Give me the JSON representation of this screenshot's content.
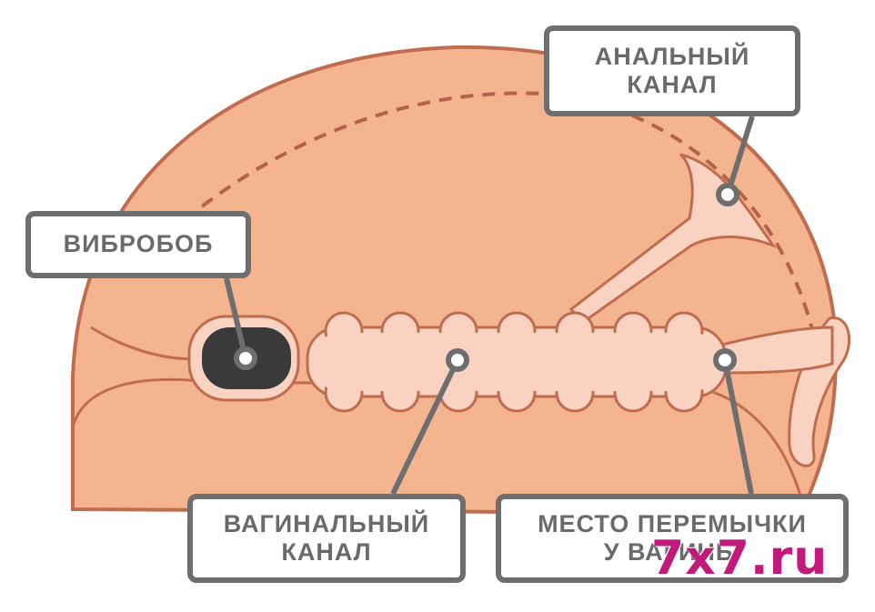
{
  "labels": {
    "anal_canal": [
      "АНАЛЬНЫЙ",
      "КАНАЛ"
    ],
    "vibro_bullet": "ВИБРОБОБ",
    "vaginal_canal": [
      "ВАГИНАЛЬНЫЙ",
      "КАНАЛ"
    ],
    "bridge": [
      "МЕСТО ПЕРЕМЫЧКИ",
      "У ВАГИНЫ"
    ]
  },
  "watermark": "7x7.ru",
  "colors": {
    "body_fill": "#f4b48f",
    "body_outline": "#c06c4e",
    "canal_fill": "#f9d2c1",
    "dashed_line": "#b5624a",
    "bullet": "#3a3a3a",
    "leader": "#6e6e6e",
    "watermark": "#c21a7a"
  }
}
